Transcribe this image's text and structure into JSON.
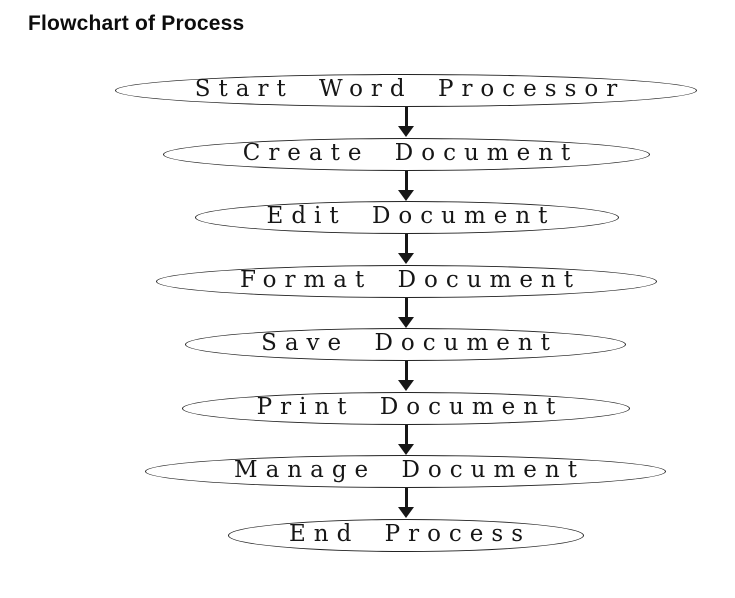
{
  "page": {
    "title": "Flowchart of Process"
  },
  "diagram": {
    "type": "flowchart",
    "direction": "top-down",
    "node_shape": "ellipse",
    "nodes": [
      {
        "id": "start",
        "label": "Start Word Processor"
      },
      {
        "id": "create",
        "label": "Create Document"
      },
      {
        "id": "edit",
        "label": "Edit Document"
      },
      {
        "id": "format",
        "label": "Format Document"
      },
      {
        "id": "save",
        "label": "Save Document"
      },
      {
        "id": "print",
        "label": "Print Document"
      },
      {
        "id": "manage",
        "label": "Manage Document"
      },
      {
        "id": "end",
        "label": "End Process"
      }
    ],
    "edges": [
      {
        "from": "start",
        "to": "create",
        "style": "arrow-down"
      },
      {
        "from": "create",
        "to": "edit",
        "style": "arrow-down"
      },
      {
        "from": "edit",
        "to": "format",
        "style": "arrow-down"
      },
      {
        "from": "format",
        "to": "save",
        "style": "arrow-down"
      },
      {
        "from": "save",
        "to": "print",
        "style": "arrow-down"
      },
      {
        "from": "print",
        "to": "manage",
        "style": "arrow-down"
      },
      {
        "from": "manage",
        "to": "end",
        "style": "arrow-down"
      }
    ],
    "colors": {
      "background": "#ffffff",
      "node_fill": "#ffffff",
      "node_stroke": "#222222",
      "text": "#161616",
      "arrow": "#161616"
    }
  }
}
